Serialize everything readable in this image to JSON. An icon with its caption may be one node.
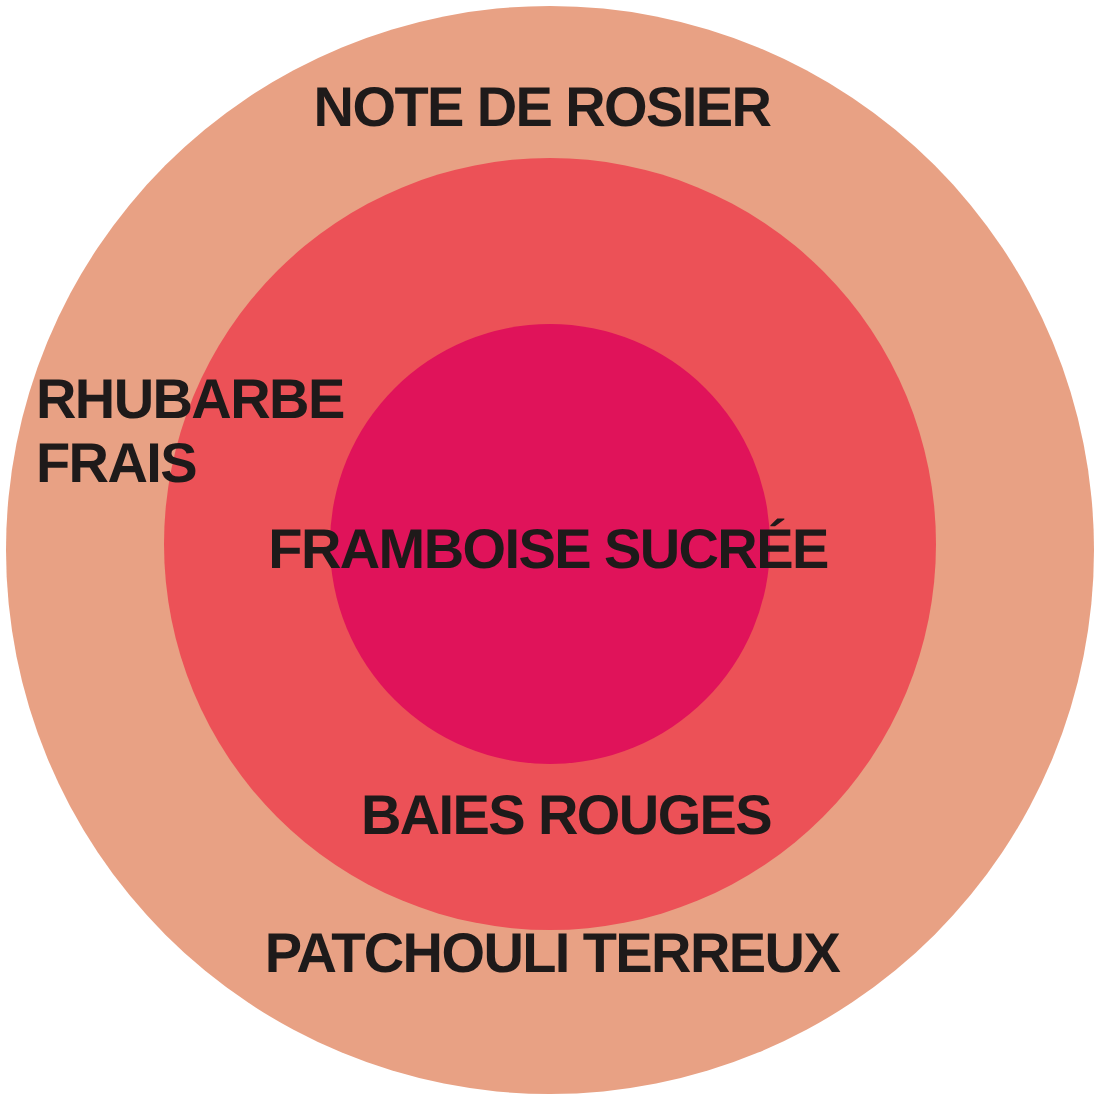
{
  "diagram": {
    "nodes": [
      {
        "text": [
          "NOTE DE ROSIER",
          "PATCHOULI TERREUX"
        ]
      },
      {
        "text": [
          "BAIES ROUGES"
        ],
        "in": 0
      },
      {
        "text": [
          "FRAMBOISE SUCRÉE"
        ],
        "in": 1
      }
    ],
    "labels": [
      "RHUBARBE FRAIS"
    ]
  }
}
